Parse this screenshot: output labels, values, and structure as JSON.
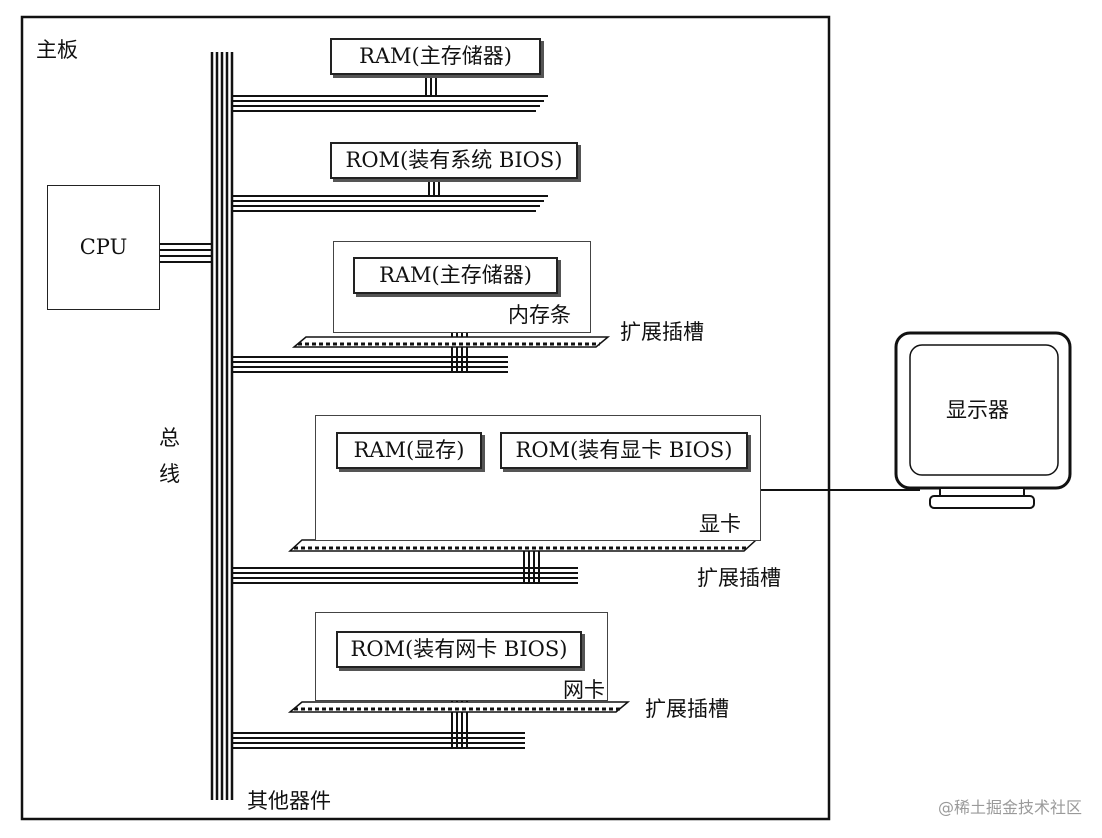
{
  "motherboard": {
    "label": "主板"
  },
  "cpu": {
    "label": "CPU"
  },
  "bus": {
    "label_line1": "总",
    "label_line2": "线"
  },
  "chips": {
    "ram_main": "RAM(主存储器)",
    "rom_bios": "ROM(装有系统 BIOS)",
    "ram_module": "RAM(主存储器)",
    "ram_video": "RAM(显存)",
    "rom_video": "ROM(装有显卡 BIOS)",
    "rom_nic": "ROM(装有网卡 BIOS)"
  },
  "cards": {
    "memory_module": "内存条",
    "graphics_card": "显卡",
    "network_card": "网卡"
  },
  "slots": {
    "slot1": "扩展插槽",
    "slot2": "扩展插槽",
    "slot3": "扩展插槽"
  },
  "other_devices": "其他器件",
  "monitor": {
    "label": "显示器"
  },
  "watermark": "@稀土掘金技术社区"
}
